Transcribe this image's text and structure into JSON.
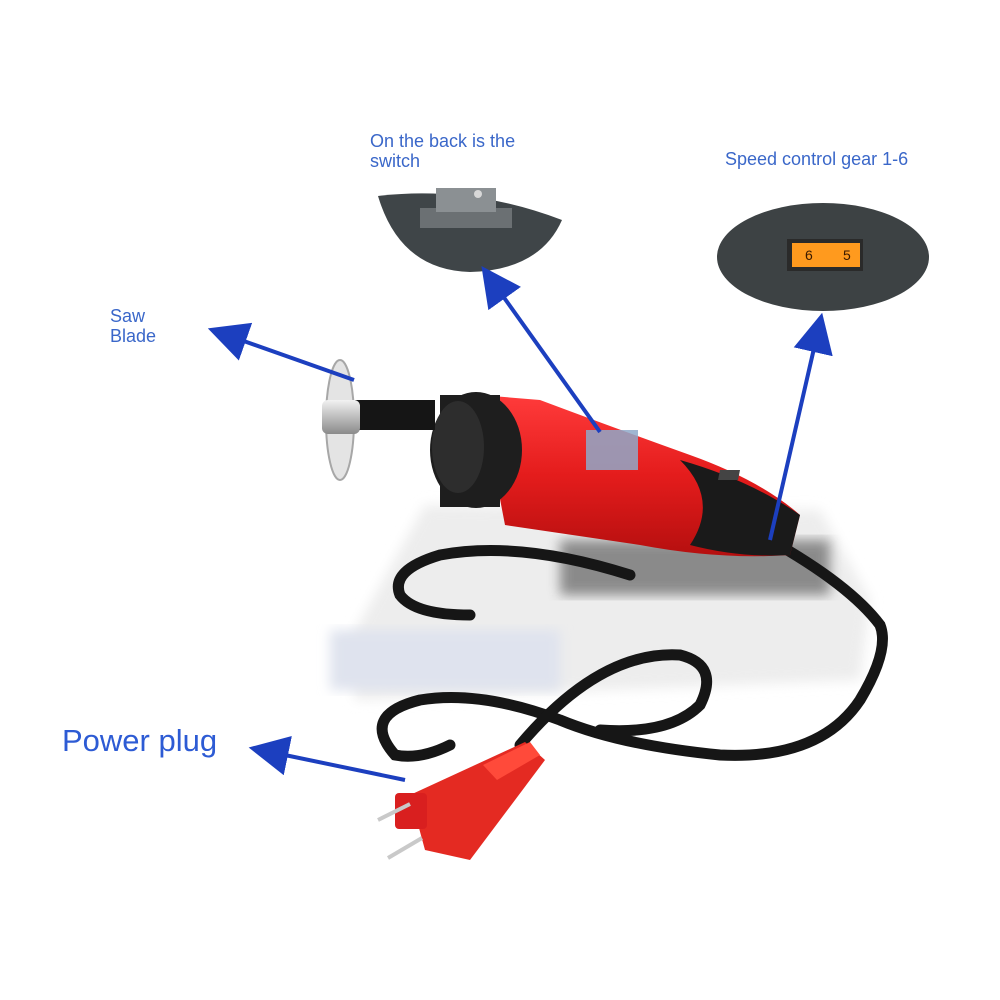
{
  "labels": {
    "switch": "On the back is the\nswitch",
    "speed": "Speed control gear 1-6",
    "saw_blade": "Saw\nBlade",
    "power_plug": "Power plug"
  },
  "speed_dial": {
    "left_digit": "6",
    "right_digit": "5"
  },
  "colors": {
    "label_blue": "#2f62d6",
    "arrow_blue": "#1c3fbf",
    "tool_red": "#e41c1c",
    "tool_black": "#1a1a1a"
  }
}
